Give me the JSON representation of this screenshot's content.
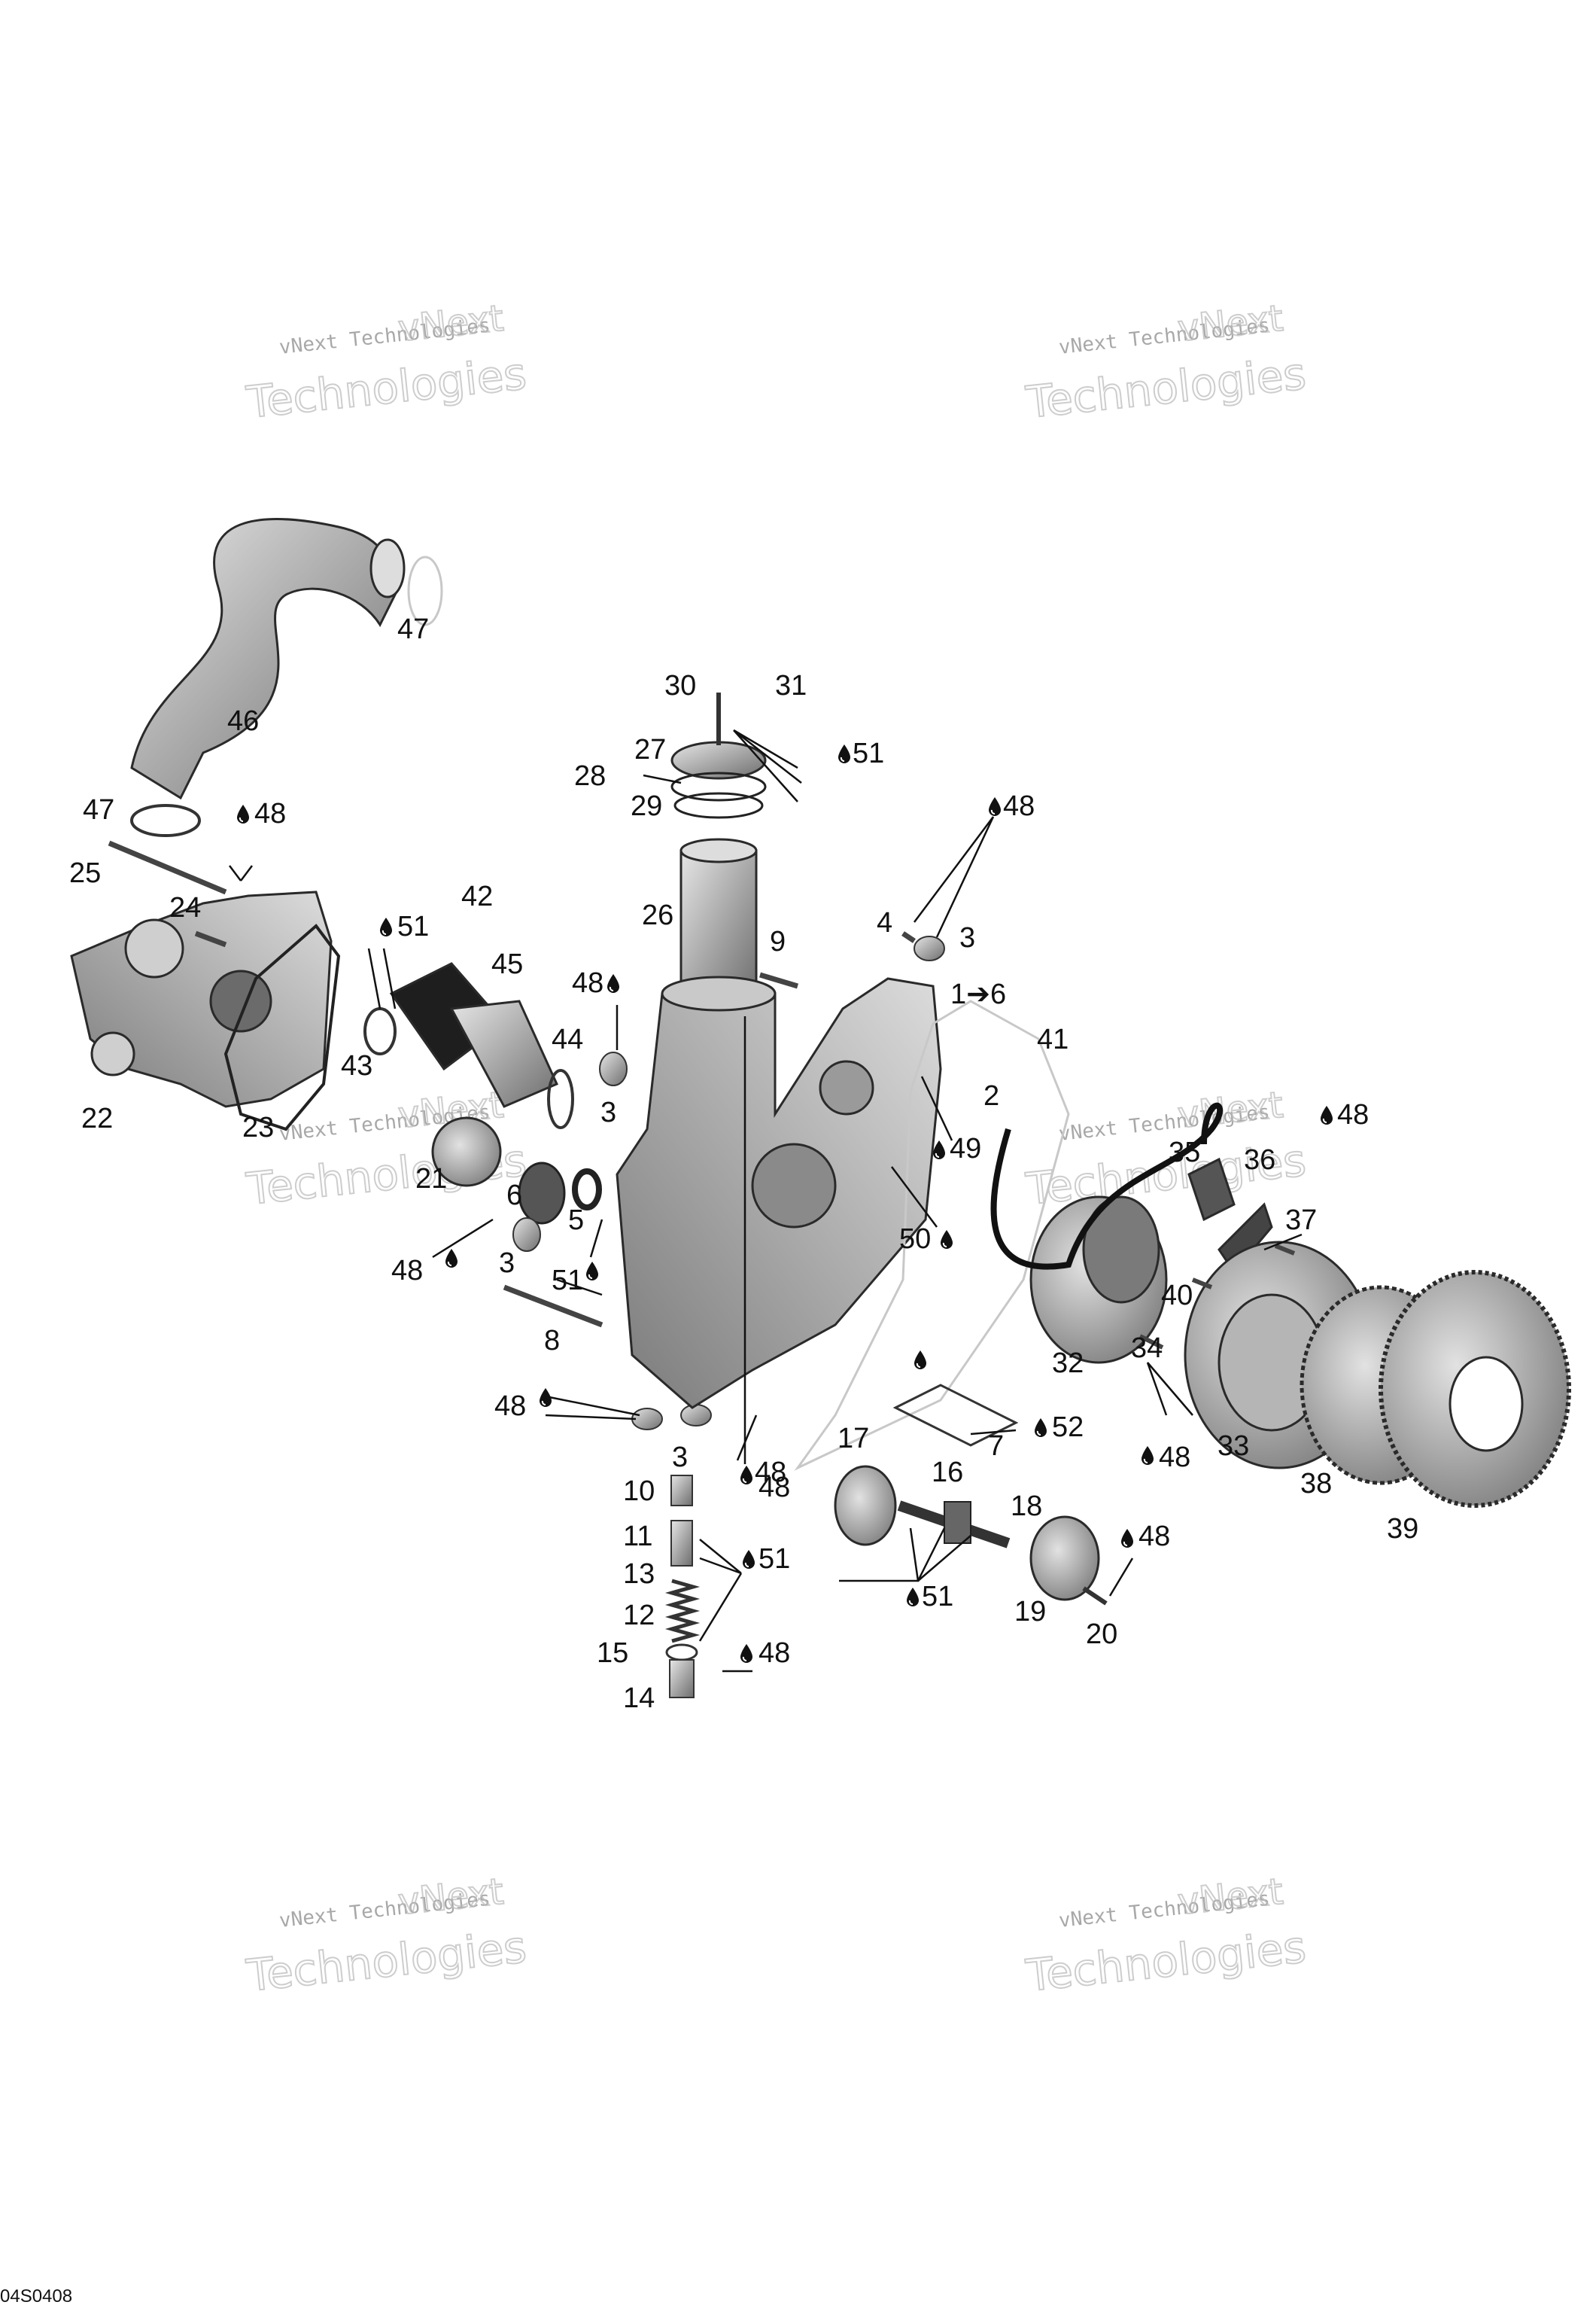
{
  "diagram": {
    "reference_code": "04S0408",
    "oil_icon": "oil-drop-icon",
    "watermarks": [
      {
        "small": "vNext Technologies",
        "big": "Technologies",
        "overlay": "vNext"
      },
      {
        "small": "vNext Technologies",
        "big": "Technologies",
        "overlay": "vNext"
      },
      {
        "small": "vNext Technologies",
        "big": "Technologies",
        "overlay": "vNext"
      },
      {
        "small": "vNext Technologies",
        "big": "Technologies",
        "overlay": "vNext"
      },
      {
        "small": "vNext Technologies",
        "big": "Technologies",
        "overlay": "vNext"
      },
      {
        "small": "vNext Technologies",
        "big": "Technologies",
        "overlay": "vNext"
      }
    ],
    "callouts": [
      "47",
      "46",
      "47",
      "48",
      "25",
      "24",
      "22",
      "23",
      "43",
      "51",
      "42",
      "45",
      "44",
      "48",
      "3",
      "21",
      "6",
      "5",
      "3",
      "48",
      "51",
      "8",
      "48",
      "3",
      "48",
      "30",
      "31",
      "27",
      "51",
      "28",
      "29",
      "26",
      "9",
      "48",
      "4",
      "3",
      "1➔6",
      "41",
      "2",
      "49",
      "50",
      "35",
      "36",
      "48",
      "37",
      "40",
      "34",
      "32",
      "48",
      "33",
      "38",
      "39",
      "17",
      "16",
      "7",
      "52",
      "10",
      "48",
      "11",
      "13",
      "51",
      "12",
      "15",
      "14",
      "48",
      "18",
      "48",
      "19",
      "51",
      "20"
    ]
  }
}
